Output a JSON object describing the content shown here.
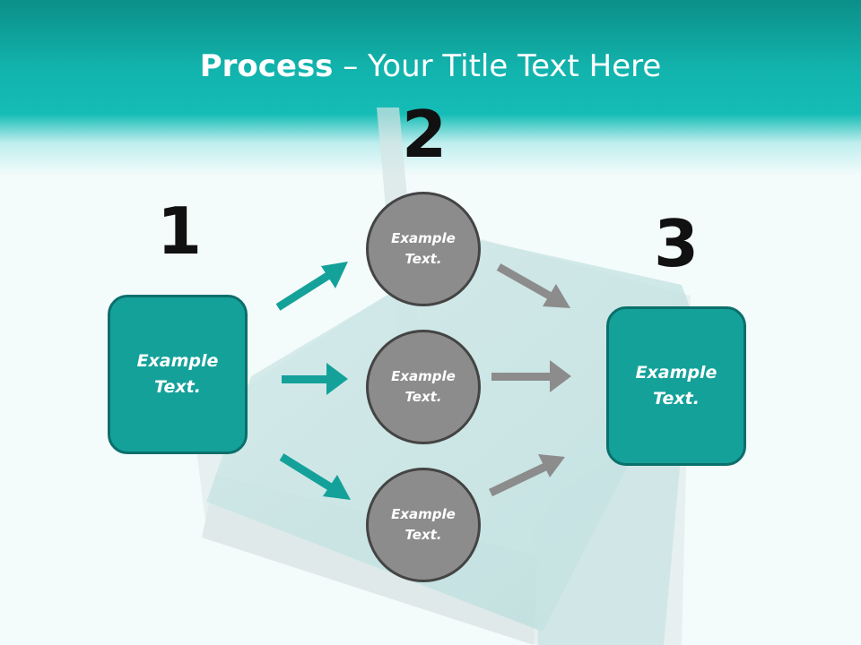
{
  "slide": {
    "title_bold": "Process",
    "title_rest": " – Your Title Text Here"
  },
  "steps": [
    {
      "number": "1"
    },
    {
      "number": "2"
    },
    {
      "number": "3"
    }
  ],
  "left_box": {
    "line1": "Example",
    "line2": "Text."
  },
  "right_box": {
    "line1": "Example",
    "line2": "Text."
  },
  "circles": [
    {
      "line1": "Example",
      "line2": "Text."
    },
    {
      "line1": "Example",
      "line2": "Text."
    },
    {
      "line1": "Example",
      "line2": "Text."
    }
  ],
  "colors": {
    "teal": "#14a19a",
    "teal_border": "#0b6f6b",
    "circle_gray": "#8c8c8c",
    "arrow_teal": "#14a19a",
    "arrow_gray": "#8c8c8c"
  }
}
